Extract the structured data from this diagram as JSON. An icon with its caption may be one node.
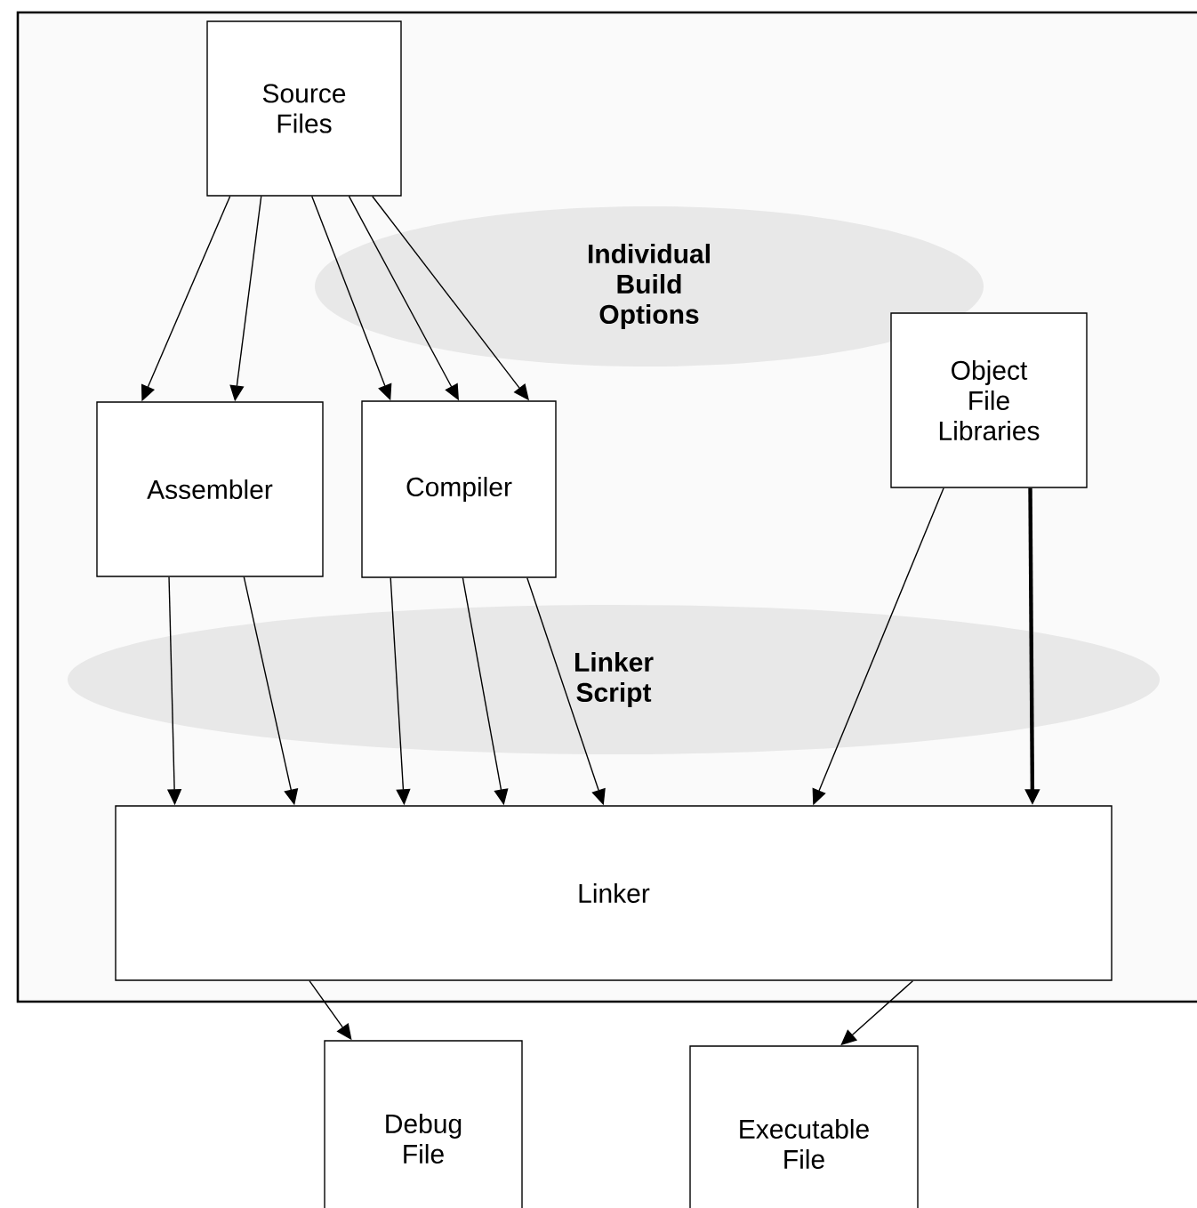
{
  "diagram": {
    "nodes": [
      {
        "text": [],
        "shape": "box"
      },
      {
        "text": [
          "Source Files"
        ],
        "in": 0
      },
      {
        "text": [
          "Assembler"
        ],
        "in": 0
      },
      {
        "text": [
          "Compiler"
        ],
        "in": 0
      },
      {
        "text": [
          "Object File Libraries"
        ],
        "in": 0
      },
      {
        "text": [
          "Linker"
        ],
        "in": 0
      },
      {
        "text": [
          "Debug File"
        ]
      },
      {
        "text": [
          "Executable File"
        ]
      }
    ],
    "edges": [
      {
        "from": 1,
        "to": 2,
        "arrow": "to"
      },
      {
        "from": 1,
        "to": 2,
        "arrow": "to"
      },
      {
        "from": 1,
        "to": 3,
        "arrow": "to"
      },
      {
        "from": 1,
        "to": 3,
        "arrow": "to"
      },
      {
        "from": 1,
        "to": 3,
        "arrow": "to"
      },
      {
        "from": 2,
        "to": 5,
        "arrow": "to"
      },
      {
        "from": 2,
        "to": 5,
        "arrow": "to"
      },
      {
        "from": 3,
        "to": 5,
        "arrow": "to"
      },
      {
        "from": 3,
        "to": 5,
        "arrow": "to"
      },
      {
        "from": 3,
        "to": 5,
        "arrow": "to"
      },
      {
        "from": 4,
        "to": 5,
        "arrow": "to"
      },
      {
        "from": 4,
        "to": 5,
        "arrow": "to",
        "style": "thick"
      },
      {
        "from": 5,
        "to": 6,
        "arrow": "to"
      },
      {
        "from": 5,
        "to": 7,
        "arrow": "to"
      }
    ],
    "labels": [
      "Individual Build Options",
      "Linker Script"
    ]
  }
}
